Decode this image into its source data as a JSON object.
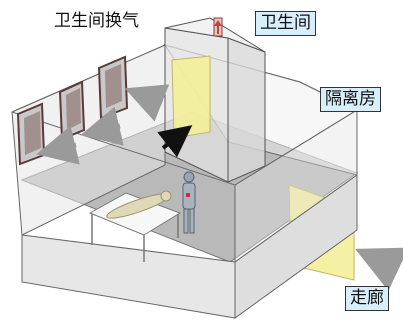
{
  "labels": {
    "exhaust": "卫生间换气",
    "toilet": "卫生间",
    "isolation_room": "隔离房",
    "corridor": "走廊"
  },
  "colors": {
    "wall_fill": "#ebebeb",
    "floor": "#bdbdbd",
    "door": "#f3f097",
    "label_box": "#d8eefa",
    "arrow": "#8a8a8a",
    "frame": "#5a3b38"
  }
}
